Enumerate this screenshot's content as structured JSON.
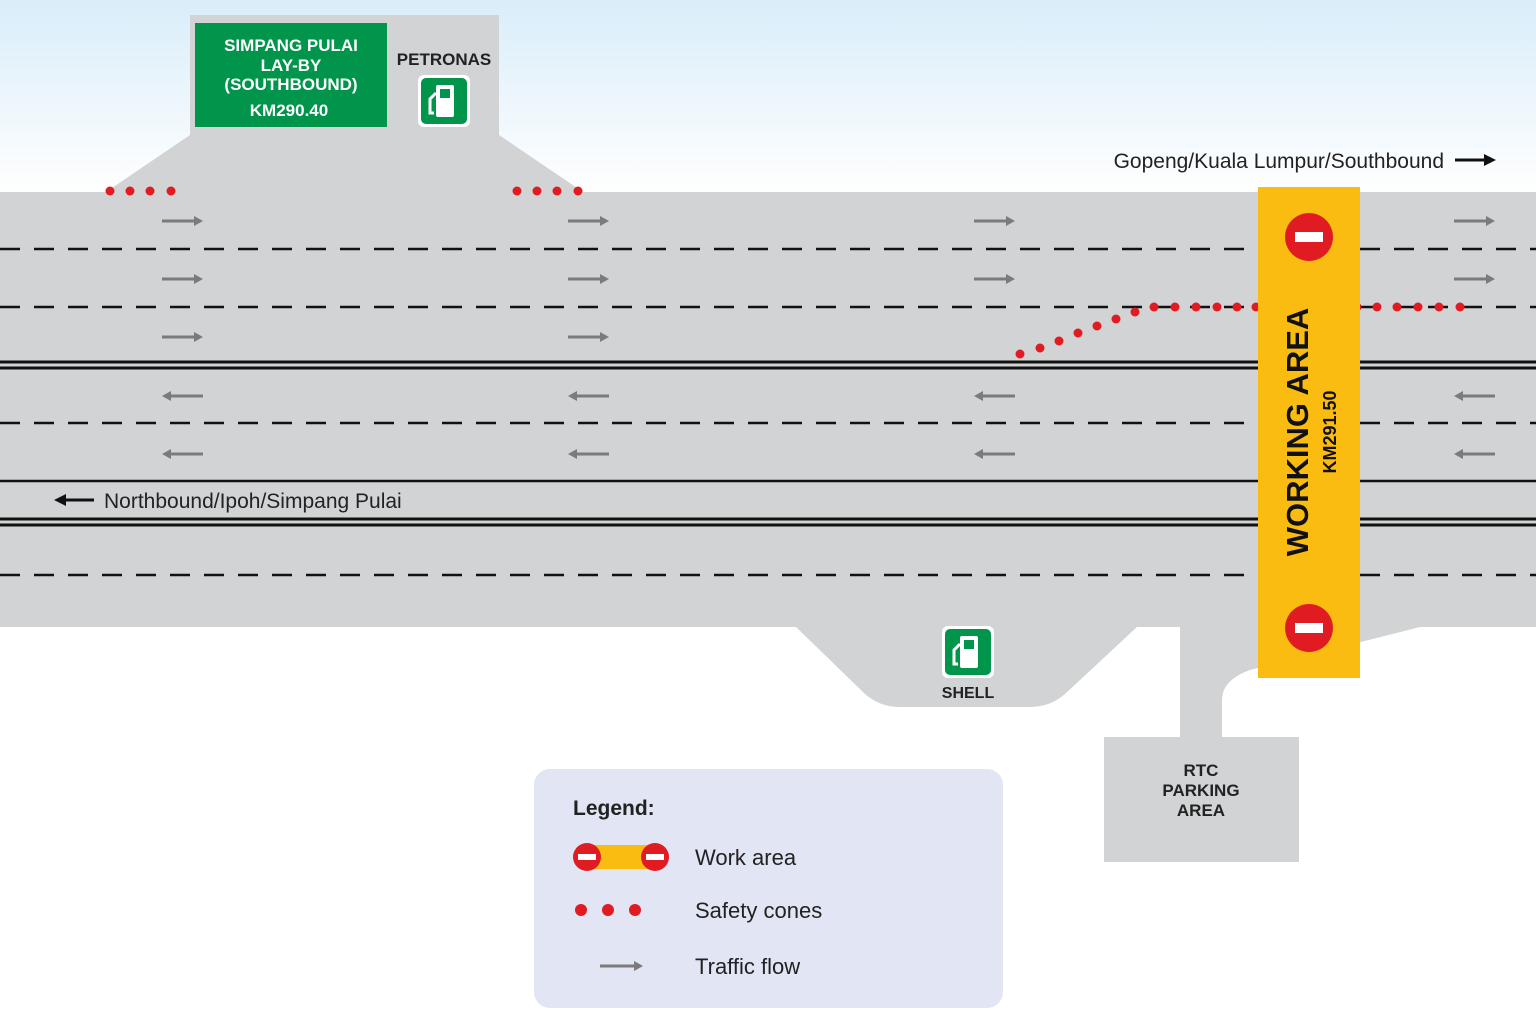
{
  "colors": {
    "sky": "#e3f2fb",
    "road": "#d1d3d4",
    "lane_marking": "#111111",
    "cone": "#e11b22",
    "work_area": "#fbbc12",
    "petronas_green": "#00954a",
    "arrow": "#7b7b7b"
  },
  "laybys": {
    "petronas_sign": {
      "lines": [
        "SIMPANG PULAI",
        "LAY-BY",
        "(SOUTHBOUND)",
        "KM290.40"
      ]
    },
    "petronas_label": "PETRONAS",
    "shell_label": "SHELL",
    "fuel_icon": "fuel-pump-icon"
  },
  "directions": {
    "southbound": "Gopeng/Kuala Lumpur/Southbound",
    "northbound": "Northbound/Ipoh/Simpang Pulai"
  },
  "work_area": {
    "title": "WORKING AREA",
    "km": "KM291.50",
    "icon": "no-entry-icon"
  },
  "rtc_parking": {
    "lines": [
      "RTC",
      "PARKING",
      "AREA"
    ]
  },
  "legend": {
    "title": "Legend:",
    "items": [
      {
        "key": "work_area",
        "label": "Work area"
      },
      {
        "key": "safety_cones",
        "label": "Safety cones"
      },
      {
        "key": "traffic_flow",
        "label": "Traffic flow"
      }
    ]
  }
}
